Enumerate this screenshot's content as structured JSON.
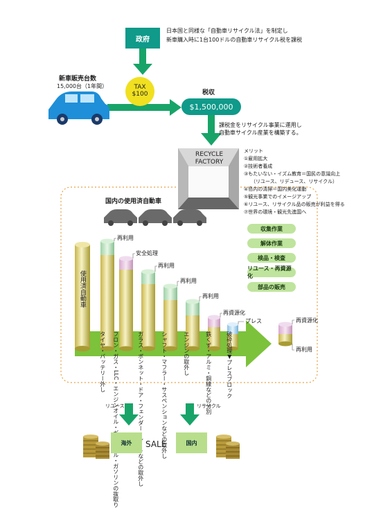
{
  "government": {
    "label": "政府",
    "note_line1": "日本国と同様な「自動車リサイクル法」を制定し",
    "note_line2": "新車購入時に1台100ドルの自動車リサイクル税を課税"
  },
  "tax": {
    "line1": "TAX",
    "line2": "$100"
  },
  "new_car_sales": {
    "title": "新車販売台数",
    "value": "15,000台（1年間）"
  },
  "revenue": {
    "title": "税収",
    "amount": "$1,500,000",
    "note_line1": "課税金をリサイクル事業に運用し",
    "note_line2": "自動車サイクル産業を構築する。"
  },
  "factory": {
    "line1": "RECYCLE",
    "line2": "FACTORY"
  },
  "merits": {
    "title": "メリット",
    "items": [
      "①雇用拡大",
      "②技術者養成",
      "③もたいない・イズム教育＝国民の意識向上",
      "（リユース、リデュース、リサイクル）",
      "④島内の清掃＝国内美化運動",
      "⑤観光事業でのイメージアップ",
      "⑥リユース、リサイクル品の販売が利益を得る",
      "⑦世界の環境・観光先進国へ"
    ]
  },
  "domestic_used_cars": "国内の使用済自動車",
  "tasks": [
    "収集作業",
    "解体作業",
    "検品・検査",
    "リユース・再資源化",
    "部品の販売"
  ],
  "columns": {
    "used_car": "使用済自動車",
    "reuse": "再利用",
    "safe": "安全処理",
    "recycle_res": "再資源化",
    "press": "プレス"
  },
  "process_labels": {
    "tires": "タイヤ・バッテリー外し",
    "fluids": "フロン・ガス・LLC・エンジンオイル・ギヤオイル・ガソリンの抜取り",
    "glass": "ガラス・ボンネット・ドア・フェンダー・シートなどの取外し",
    "shaft": "シャフト・マフラー・サスペンションなどの取外し",
    "engine": "エンジンの取外し",
    "metals": "鉄くず・アルミ・銅線などの分別",
    "crush": "破砕処理▼プレスブロック"
  },
  "final": {
    "recycle_res": "再資源化",
    "reuse": "再利用"
  },
  "bottom": {
    "reuse_arrow": "リユース",
    "recycle_arrow": "リサイクル",
    "overseas": "海外",
    "sale": "SALE",
    "domestic": "国内"
  }
}
